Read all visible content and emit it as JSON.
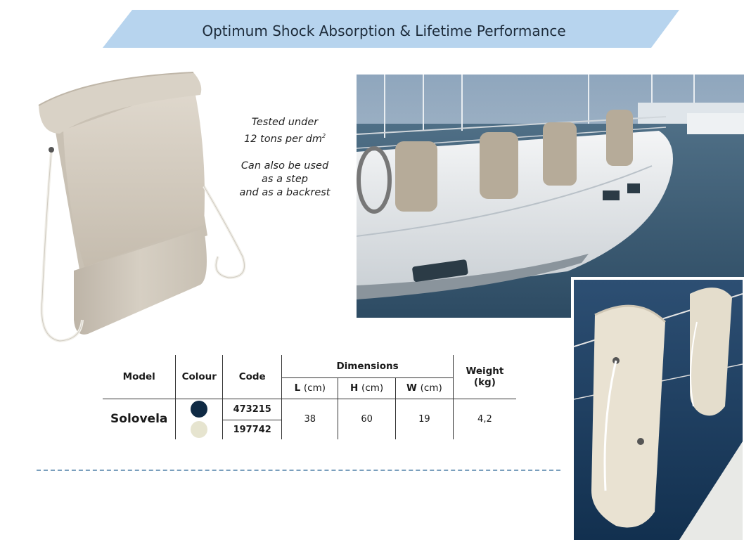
{
  "banner": {
    "title": "Optimum Shock Absorption & Lifetime Performance",
    "color": "#b7d4ee"
  },
  "features": {
    "line1a": "Tested under",
    "line1b": "12 tons per dm",
    "line1b_sup": "2",
    "line2a": "Can also be used",
    "line2b": "as a step",
    "line2c": "and as a backrest"
  },
  "table": {
    "headers": {
      "model": "Model",
      "colour": "Colour",
      "code": "Code",
      "dimensions": "Dimensions",
      "l": "L",
      "h": "H",
      "w": "W",
      "cm": "(cm)",
      "weight": "Weight",
      "kg": "(kg)"
    },
    "row": {
      "model": "Solovela",
      "colours": [
        {
          "code": "473215",
          "hex": "#0f2a44"
        },
        {
          "code": "197742",
          "hex": "#e6e4cf"
        }
      ],
      "l": "38",
      "h": "60",
      "w": "19",
      "weight": "4,2"
    }
  }
}
